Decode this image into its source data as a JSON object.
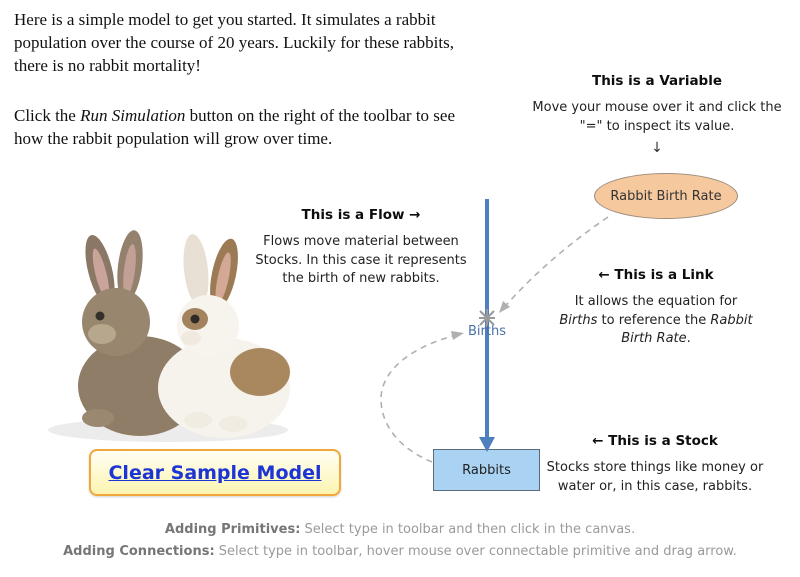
{
  "colors": {
    "flow_blue": "#4e7fbf",
    "stock_fill": "#a9d2f3",
    "variable_fill": "#f6c89e",
    "button_border": "#f0a73c",
    "button_text": "#1c35d4",
    "link_gray": "#b0b0b0"
  },
  "intro": {
    "para1": "Here is a simple model to get you started. It simulates a rabbit population over the course of 20 years. Luckily for these rabbits, there is no rabbit mortality!",
    "para2_before": "Click the ",
    "para2_italic": "Run Simulation",
    "para2_after": " button on the right of the toolbar to see how the rabbit population will grow over time."
  },
  "variable_note": {
    "title": "This is a Variable",
    "body": "Move your mouse over it and click the \"=\" to inspect its value.",
    "arrow": "↓"
  },
  "flow_note": {
    "title": "This is a Flow →",
    "body": "Flows move material between Stocks. In this case it represents the birth of new rabbits."
  },
  "link_note": {
    "title": "← This is a Link",
    "body_before": "It allows the equation for ",
    "body_italic1": "Births",
    "body_middle": " to reference the ",
    "body_italic2": "Rabbit Birth Rate",
    "body_after": "."
  },
  "stock_note": {
    "title": "← This is a Stock",
    "body": "Stocks store things like money or water or, in this case, rabbits."
  },
  "model": {
    "variable_label": "Rabbit Birth Rate",
    "flow_label": "Births",
    "stock_label": "Rabbits"
  },
  "button": {
    "label": "Clear Sample Model"
  },
  "footer": {
    "line1_label": "Adding Primitives:",
    "line1_text": " Select type in toolbar and then click in the canvas.",
    "line2_label": "Adding Connections:",
    "line2_text": " Select type in toolbar, hover mouse over connectable primitive and drag arrow."
  }
}
